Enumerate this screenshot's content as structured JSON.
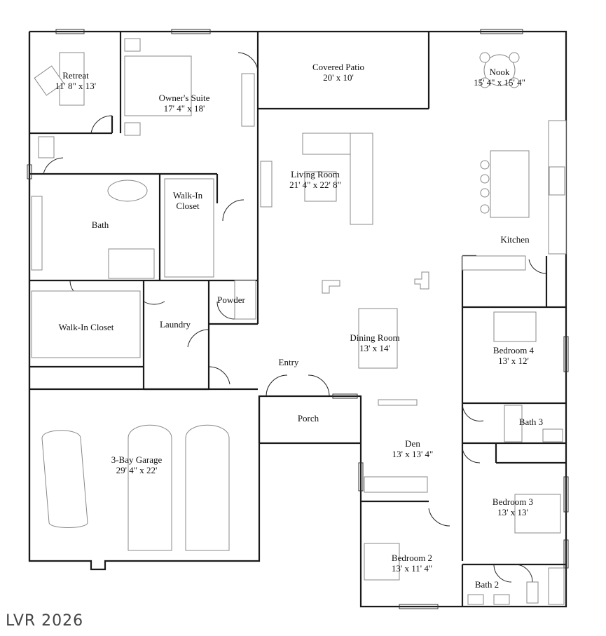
{
  "rooms": {
    "retreat": {
      "name": "Retreat",
      "dims": "11' 8\" x 13'"
    },
    "owners_suite": {
      "name": "Owner's Suite",
      "dims": "17' 4\" x 18'"
    },
    "covered_patio": {
      "name": "Covered Patio",
      "dims": "20' x 10'"
    },
    "nook": {
      "name": "Nook",
      "dims": "15' 4\" x 15' 4\""
    },
    "living_room": {
      "name": "Living Room",
      "dims": "21' 4\" x 22' 8\""
    },
    "walk_in_closet_upper": {
      "name": "Walk-In Closet"
    },
    "bath": {
      "name": "Bath"
    },
    "kitchen": {
      "name": "Kitchen"
    },
    "powder": {
      "name": "Powder"
    },
    "walk_in_closet_lower": {
      "name": "Walk-In Closet"
    },
    "laundry": {
      "name": "Laundry"
    },
    "dining_room": {
      "name": "Dining Room",
      "dims": "13' x 14'"
    },
    "bedroom_4": {
      "name": "Bedroom 4",
      "dims": "13' x 12'"
    },
    "entry": {
      "name": "Entry"
    },
    "bath_3": {
      "name": "Bath 3"
    },
    "porch": {
      "name": "Porch"
    },
    "den": {
      "name": "Den",
      "dims": "13' x 13' 4\""
    },
    "garage": {
      "name": "3-Bay Garage",
      "dims": "29' 4\" x 22'"
    },
    "bedroom_3": {
      "name": "Bedroom 3",
      "dims": "13' x 13'"
    },
    "bedroom_2": {
      "name": "Bedroom 2",
      "dims": "13' x 11' 4\""
    },
    "bath_2": {
      "name": "Bath 2"
    }
  },
  "watermark": "LVR 2026"
}
